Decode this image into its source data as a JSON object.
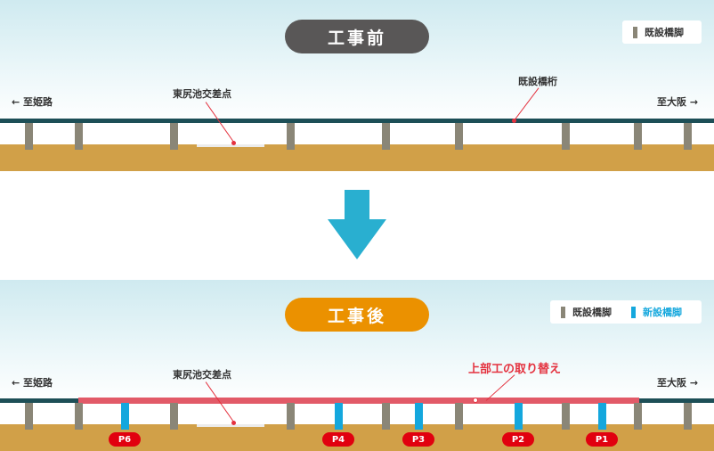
{
  "before": {
    "title": "工事前",
    "legend": {
      "existing_pier": "既設橋脚"
    },
    "label_west": "← 至姫路",
    "label_east": "至大阪 →",
    "label_intersection": "東尻池交差点",
    "label_girder": "既設橋桁"
  },
  "after": {
    "title": "工事後",
    "legend": {
      "existing_pier": "既設橋脚",
      "new_pier": "新設橋脚"
    },
    "label_west": "← 至姫路",
    "label_east": "至大阪 →",
    "label_intersection": "東尻池交差点",
    "label_girder": "上部工の取り替え",
    "pier_tags": [
      "P6",
      "P4",
      "P3",
      "P2",
      "P1"
    ]
  },
  "colors": {
    "existing_pier": "#8a8677",
    "new_pier": "#14a7dd",
    "new_girder": "#e25a68",
    "deck": "#1d4f57",
    "ground": "#d1a048",
    "arrow": "#29afd0",
    "tag": "#e1000f"
  },
  "icons": {
    "transition": "arrow-down-icon"
  }
}
